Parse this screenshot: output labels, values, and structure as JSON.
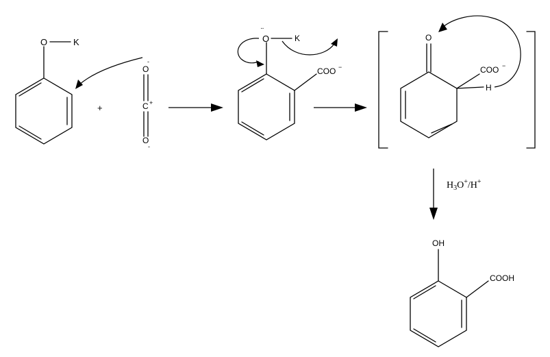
{
  "reactant_1": {
    "o_label": "O",
    "k_label": "K"
  },
  "plus_sign": "+",
  "reactant_2": {
    "o_top": "O",
    "c_label": "C",
    "c_charge": "+",
    "o_bottom": "O",
    "o_top_charge": "-",
    "o_bottom_charge": "-"
  },
  "intermediate_1": {
    "o_label": "O",
    "lone_pair": "¨",
    "k_label": "K",
    "coo_label": "COO",
    "coo_charge": "−"
  },
  "intermediate_2": {
    "o_label": "O",
    "coo_label": "COO",
    "coo_charge": "−",
    "h_label": "H",
    "bracket_left": "[",
    "bracket_right": "]"
  },
  "reagent": {
    "h3o": "H",
    "sub3": "3",
    "o": "O",
    "plus1": "+",
    "slash_h": "/H",
    "plus2": "+"
  },
  "product": {
    "oh_label": "OH",
    "cooh_label": "COOH"
  }
}
